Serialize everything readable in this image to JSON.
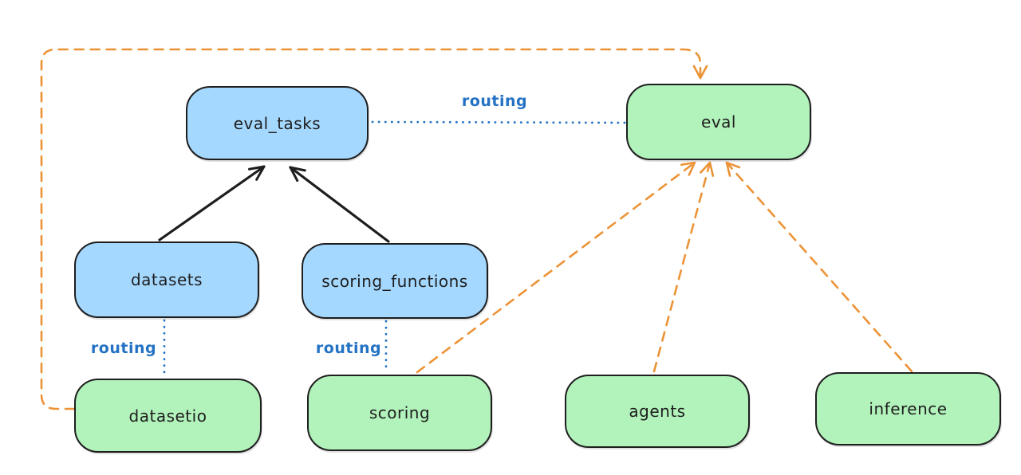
{
  "diagram": {
    "type": "flow-diagram",
    "background": "#ffffff",
    "colors": {
      "blue_node_fill": "#a5d8ff",
      "green_node_fill": "#b2f2bb",
      "node_stroke": "#1e1e1e",
      "solid_arrow": "#1e1e1e",
      "routing_line": "#2472c4",
      "routing_text": "#2472c4",
      "provider_arrow": "#ec9336"
    },
    "nodes": [
      {
        "id": "eval_tasks",
        "label": "eval_tasks",
        "fill": "blue"
      },
      {
        "id": "eval",
        "label": "eval",
        "fill": "green"
      },
      {
        "id": "datasets",
        "label": "datasets",
        "fill": "blue"
      },
      {
        "id": "scoring_functions",
        "label": "scoring_functions",
        "fill": "blue"
      },
      {
        "id": "datasetio",
        "label": "datasetio",
        "fill": "green"
      },
      {
        "id": "scoring",
        "label": "scoring",
        "fill": "green"
      },
      {
        "id": "agents",
        "label": "agents",
        "fill": "green"
      },
      {
        "id": "inference",
        "label": "inference",
        "fill": "green"
      }
    ],
    "edge_labels": [
      {
        "id": "routing-eval-tasks-to-eval",
        "text": "routing"
      },
      {
        "id": "routing-datasets-to-datasetio",
        "text": "routing"
      },
      {
        "id": "routing-scoring-fns-to-scoring",
        "text": "routing"
      }
    ],
    "edges": [
      {
        "from": "datasets",
        "to": "eval_tasks",
        "style": "solid",
        "arrow": true,
        "color": "black"
      },
      {
        "from": "scoring_functions",
        "to": "eval_tasks",
        "style": "solid",
        "arrow": true,
        "color": "black"
      },
      {
        "from": "eval_tasks",
        "to": "eval",
        "style": "dotted",
        "arrow": false,
        "color": "blue",
        "label": "routing"
      },
      {
        "from": "datasets",
        "to": "datasetio",
        "style": "dotted",
        "arrow": false,
        "color": "blue",
        "label": "routing"
      },
      {
        "from": "scoring_functions",
        "to": "scoring",
        "style": "dotted",
        "arrow": false,
        "color": "blue",
        "label": "routing"
      },
      {
        "from": "datasetio",
        "to": "eval",
        "style": "dashed",
        "arrow": true,
        "color": "orange"
      },
      {
        "from": "scoring",
        "to": "eval",
        "style": "dashed",
        "arrow": true,
        "color": "orange"
      },
      {
        "from": "agents",
        "to": "eval",
        "style": "dashed",
        "arrow": true,
        "color": "orange"
      },
      {
        "from": "inference",
        "to": "eval",
        "style": "dashed",
        "arrow": true,
        "color": "orange"
      }
    ]
  }
}
